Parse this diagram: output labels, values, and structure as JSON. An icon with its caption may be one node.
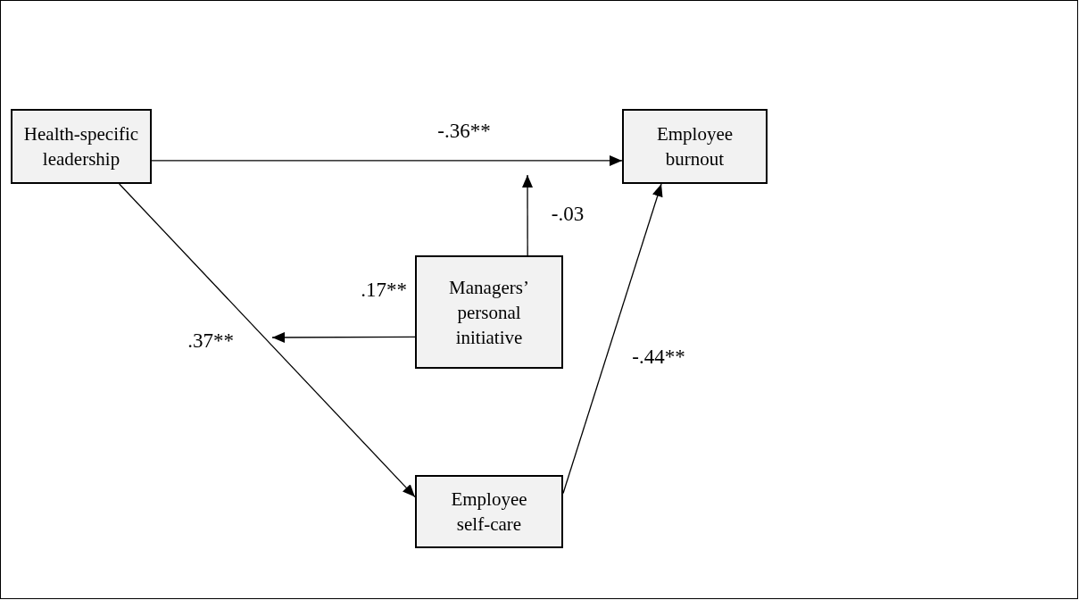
{
  "diagram": {
    "nodes": [
      {
        "text": [
          "Health-specific leadership"
        ]
      },
      {
        "text": [
          "Employee burnout"
        ]
      },
      {
        "text": [
          "Managers’ personal initiative"
        ]
      },
      {
        "text": [
          "Employee self-care"
        ]
      }
    ],
    "edges": [
      {
        "from": 0,
        "to": 1,
        "arrow": "to",
        "label": "-.36**"
      },
      {
        "from": 2,
        "to": null,
        "arrow": "to",
        "label": "-.03"
      },
      {
        "from": 2,
        "to": null,
        "arrow": "to",
        "label": ".17**"
      },
      {
        "from": 0,
        "to": 3,
        "arrow": "to",
        "label": ".37**"
      },
      {
        "from": 3,
        "to": 1,
        "arrow": "to",
        "label": "-.44**"
      }
    ]
  }
}
